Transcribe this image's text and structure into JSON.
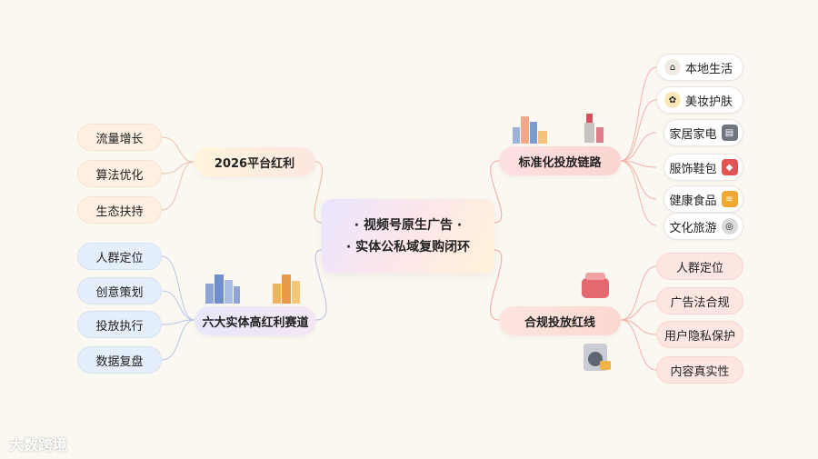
{
  "center": {
    "line1": "· 视频号原生广告 ·",
    "line2": "· 实体公私域复购闭环"
  },
  "branches": {
    "platform": {
      "label": "2026平台红利",
      "items": [
        "流量增长",
        "算法优化",
        "生态扶持"
      ]
    },
    "tracks": {
      "label": "六大实体高红利赛道",
      "items": [
        "人群定位",
        "创意策划",
        "投放执行",
        "数据复盘"
      ]
    },
    "chain": {
      "label": "标准化投放链路",
      "items": [
        "本地生活",
        "美妆护肤",
        "家居家电",
        "服饰鞋包",
        "健康食品",
        "文化旅游"
      ]
    },
    "compliance": {
      "label": "合规投放红线",
      "items": [
        "人群定位",
        "广告法合规",
        "用户隐私保护",
        "内容真实性"
      ]
    }
  },
  "icons": {
    "chain": [
      "store-icon",
      "cosmetics-icon",
      "kitchen-icon",
      "shoe-box-icon",
      "food-box-icon",
      "globe-icon"
    ],
    "decor": [
      "city-buildings-icon",
      "lipstick-icon",
      "rice-cooker-icon",
      "washing-machine-icon",
      "blue-buildings-icon",
      "orange-buildings-icon"
    ]
  },
  "watermark": {
    "brand": "大数跨境"
  },
  "colors": {
    "background": "#fbf8f1",
    "warm_line": "#e8b9a6",
    "blue_line": "#b9c6e6",
    "pink_line": "#f0b3ab"
  }
}
